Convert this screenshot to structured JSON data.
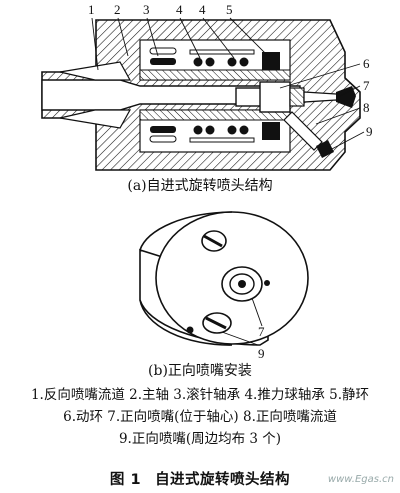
{
  "callouts_top": [
    "1",
    "2",
    "3",
    "4",
    "4",
    "5",
    "6",
    "7",
    "8",
    "9"
  ],
  "callouts_bottom": [
    "7",
    "9"
  ],
  "caption_a": "(a)自进式旋转喷头结构",
  "caption_b": "(b)正向喷嘴安装",
  "legend": [
    "1.反向喷嘴流道 2.主轴 3.滚针轴承 4.推力球轴承 5.静环",
    "6.动环 7.正向喷嘴(位于轴心) 8.正向喷嘴流道",
    "9.正向喷嘴(周边均布 3 个)"
  ],
  "figure": {
    "number": "图 1",
    "title": "自进式旋转喷头结构"
  },
  "watermark": "www.Egas.cn"
}
